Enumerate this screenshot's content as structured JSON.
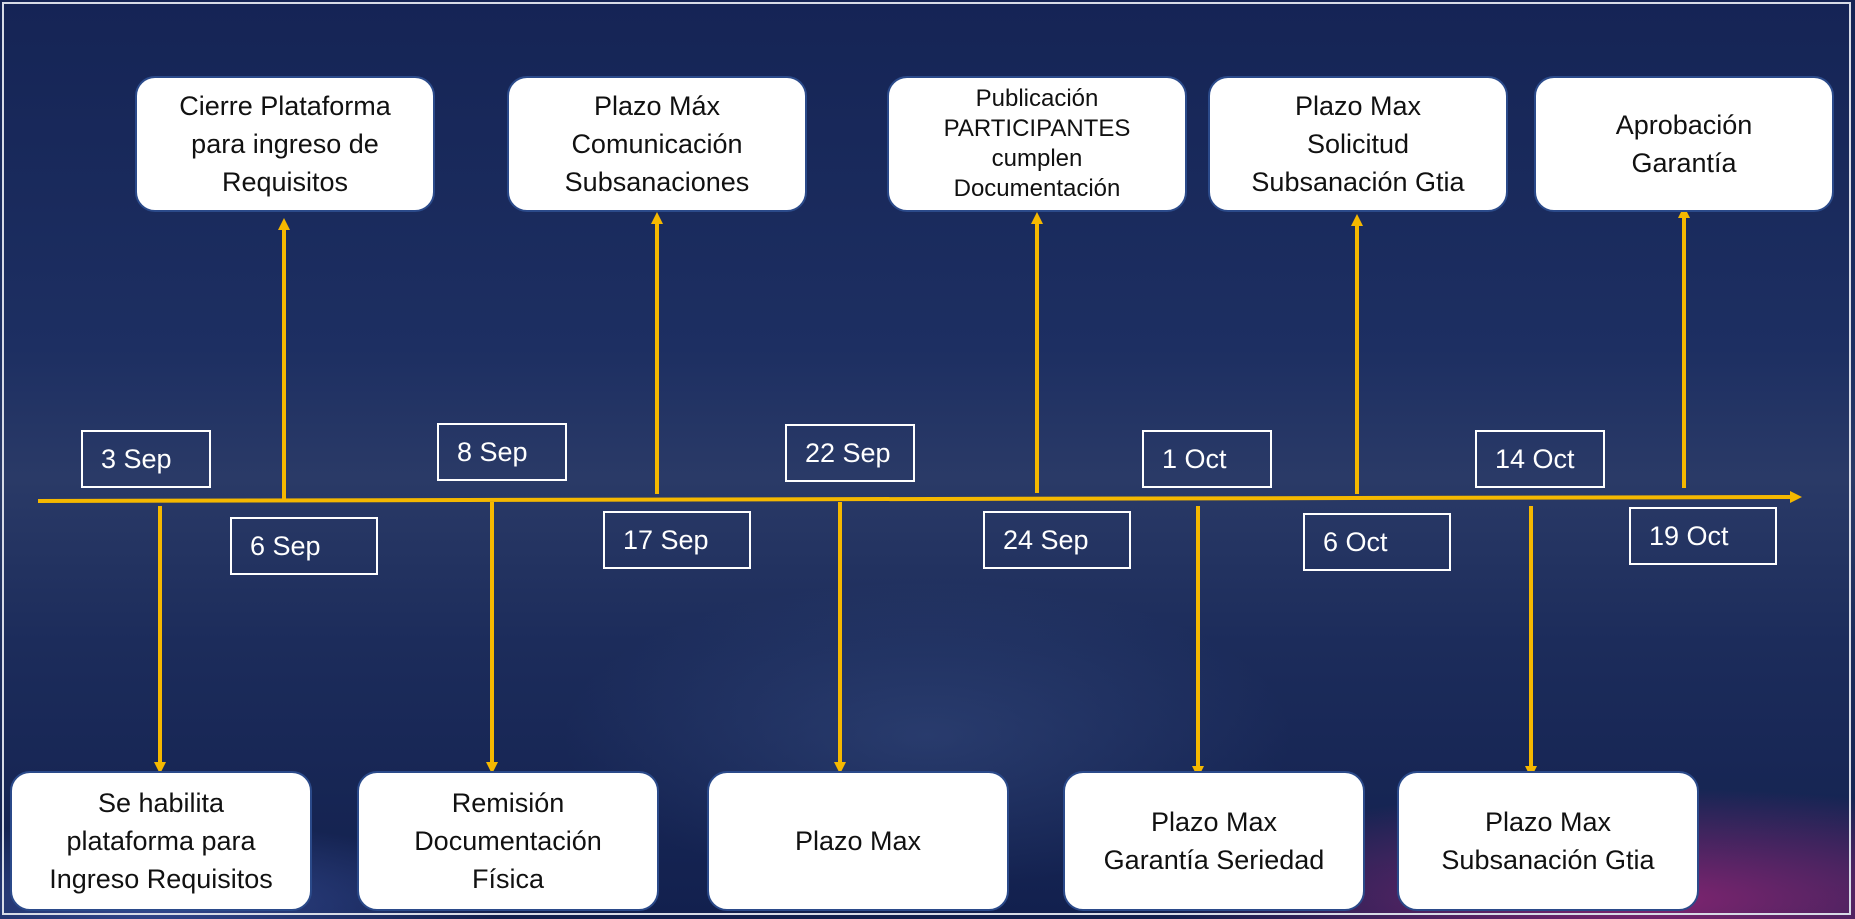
{
  "timeline": {
    "axis_color": "#f5b800",
    "events_top": [
      {
        "date": "6 Sep",
        "label": "Cierre Plataforma\npara ingreso de\nRequisitos"
      },
      {
        "date": "17 Sep",
        "label": "Plazo Máx\nComunicación\nSubsanaciones"
      },
      {
        "date": "24 Sep",
        "label": "Publicación\nPARTICIPANTES\ncumplen\nDocumentación"
      },
      {
        "date": "6 Oct",
        "label": "Plazo Max\nSolicitud\nSubsanación Gtia"
      },
      {
        "date": "19 Oct",
        "label": "Aprobación\nGarantía"
      }
    ],
    "events_bottom": [
      {
        "date": "3 Sep",
        "label": "Se habilita\nplataforma para\nIngreso Requisitos"
      },
      {
        "date": "8 Sep",
        "label": "Remisión\nDocumentación\nFísica"
      },
      {
        "date": "22 Sep",
        "label": "Plazo Max"
      },
      {
        "date": "1 Oct",
        "label": "Plazo Max\nGarantía Seriedad"
      },
      {
        "date": "14 Oct",
        "label": "Plazo Max\nSubsanación Gtia"
      }
    ]
  }
}
